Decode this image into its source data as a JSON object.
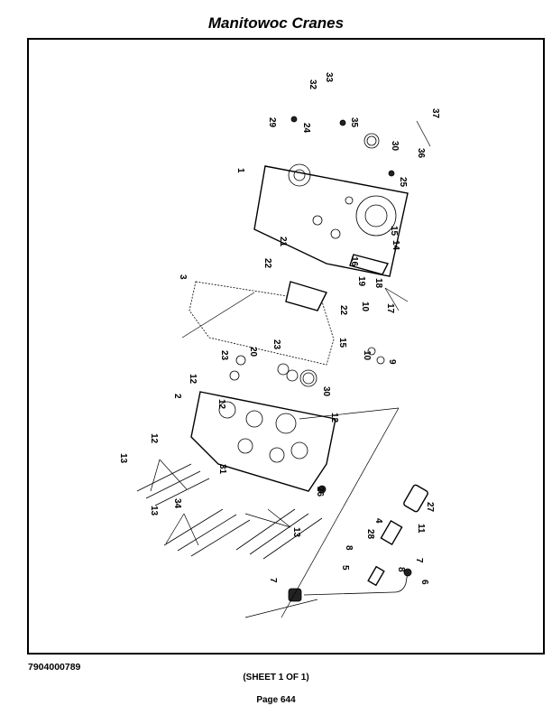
{
  "header": {
    "title": "Manitowoc Cranes"
  },
  "diagram": {
    "callouts": [
      "1",
      "2",
      "3",
      "4",
      "5",
      "6",
      "7",
      "7",
      "8",
      "8",
      "9",
      "10",
      "10",
      "11",
      "12",
      "12",
      "12",
      "12",
      "13",
      "13",
      "13",
      "14",
      "15",
      "15",
      "16",
      "17",
      "18",
      "19",
      "20",
      "21",
      "22",
      "22",
      "23",
      "23",
      "24",
      "25",
      "26",
      "27",
      "28",
      "29",
      "30",
      "30",
      "31",
      "32",
      "33",
      "34",
      "35",
      "36",
      "37"
    ]
  },
  "footer": {
    "drawing_number": "7904000789",
    "sheet": "(SHEET 1 OF 1)",
    "page": "Page 644"
  }
}
